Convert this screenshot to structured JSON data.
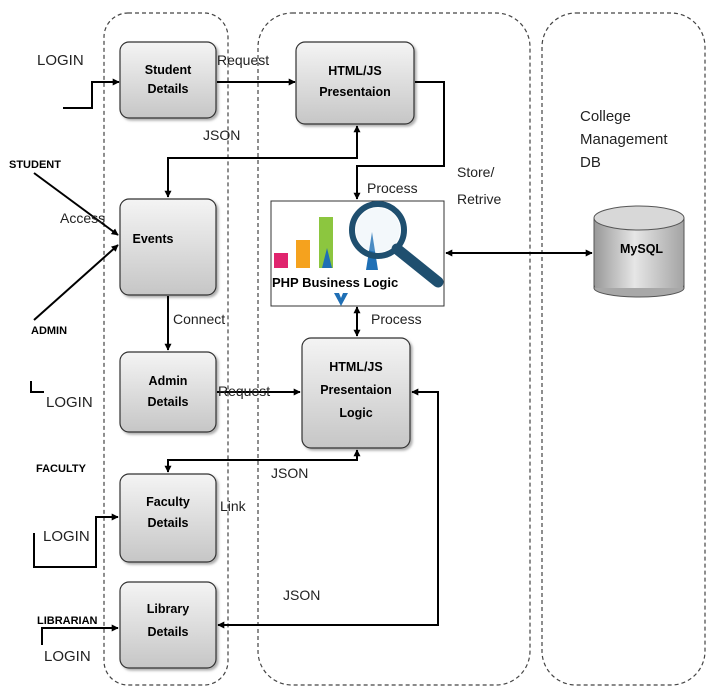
{
  "actors": {
    "student": "STUDENT",
    "admin": "ADMIN",
    "faculty": "FACULTY",
    "librarian": "LIBRARIAN"
  },
  "logins": [
    "LOGIN",
    "LOGIN",
    "LOGIN",
    "LOGIN"
  ],
  "boxes": {
    "student_details": [
      "Student",
      "Details"
    ],
    "events": [
      "Events"
    ],
    "admin_details": [
      "Admin",
      "Details"
    ],
    "faculty_details": [
      "Faculty",
      "Details"
    ],
    "library_details": [
      "Library",
      "Details"
    ],
    "presentation_top": [
      "HTML/JS",
      "Presentaion"
    ],
    "presentation_logic": [
      "HTML/JS",
      "Presentaion",
      "Logic"
    ]
  },
  "php_logic_label": "PHP Business Logic",
  "db": {
    "lane_title_lines": [
      "College",
      "Management",
      "DB"
    ],
    "cylinder_label": "MySQL"
  },
  "edge_labels": {
    "request_top": "Request",
    "json_top": "JSON",
    "access": "Access",
    "connect": "Connect",
    "process_top": "Process",
    "process_bottom": "Process",
    "store_retrive_1": "Store/",
    "store_retrive_2": "Retrive",
    "request_admin": "Request",
    "json_mid": "JSON",
    "link": "Link",
    "json_bottom": "JSON"
  },
  "colors": {
    "box_fill_light": "#f2f2f2",
    "box_fill_dark": "#c4c4c4",
    "bar_pink": "#e0246e",
    "bar_orange": "#f5a21e",
    "bar_green": "#8cc63f",
    "magnifier": "#1f4f6f"
  },
  "icon_names": [
    "bar-chart-icon",
    "magnifier-icon",
    "database-icon"
  ]
}
